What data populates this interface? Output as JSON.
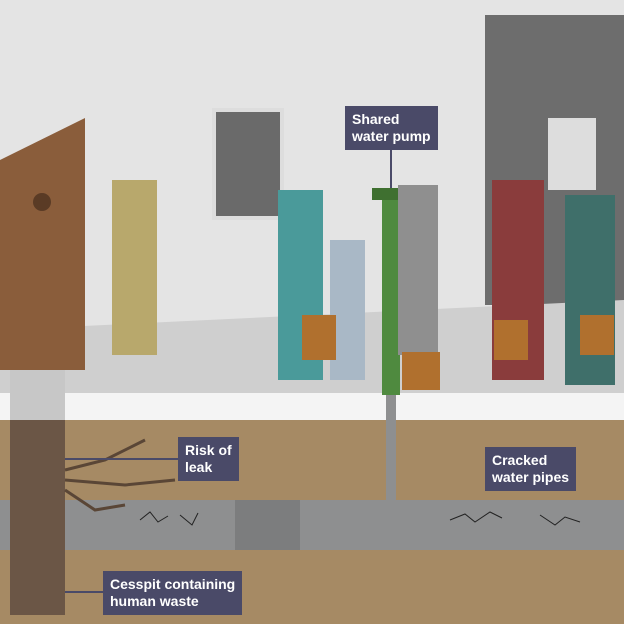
{
  "labels": {
    "pump": [
      "Shared",
      "water pump"
    ],
    "leak": [
      "Risk of",
      "leak"
    ],
    "pipes": [
      "Cracked",
      "water pipes"
    ],
    "cesspit": [
      "Cesspit containing",
      "human waste"
    ]
  },
  "colors": {
    "label_bg": "#4a4a68",
    "soil": "#a68a64",
    "pipe": "#8e8f90",
    "pump": "#4f8a3f",
    "cesspit": "#6b5646"
  }
}
